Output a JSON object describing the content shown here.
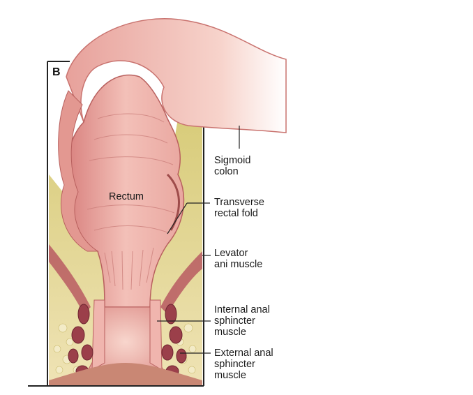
{
  "figure": {
    "panel_letter": "B",
    "labels": {
      "sigmoid_colon": [
        "Sigmoid",
        "colon"
      ],
      "rectum": "Rectum",
      "transverse_rectal_fold": [
        "Transverse",
        "rectal fold"
      ],
      "levator_ani_muscle": [
        "Levator",
        "ani muscle"
      ],
      "internal_anal_sphincter": [
        "Internal anal",
        "sphincter",
        "muscle"
      ],
      "external_anal_sphincter": [
        "External anal",
        "sphincter",
        "muscle"
      ]
    },
    "icons": [
      "rectum-anatomy-illustration"
    ],
    "colors": {
      "tissue_pink": "#e8a09c",
      "tissue_light": "#f6cfc6",
      "fat_yellow": "#e3d49a",
      "muscle_red": "#a64a52",
      "frame": "#222222"
    }
  }
}
